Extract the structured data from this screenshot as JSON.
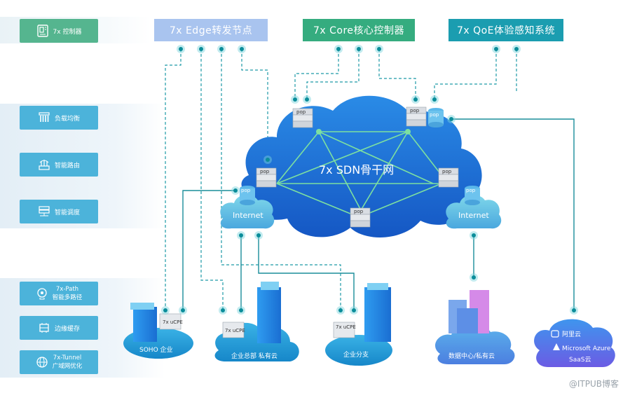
{
  "left_panel": {
    "controller": {
      "label": "7x 控制器",
      "icon": "controller-icon",
      "color": "#55b58f"
    },
    "items": [
      {
        "label": "负载均衡",
        "icon": "load-balance-icon"
      },
      {
        "label": "智能路由",
        "icon": "smart-routing-icon"
      },
      {
        "label": "智能调度",
        "icon": "smart-scheduling-icon"
      }
    ],
    "features": [
      {
        "line1": "7x-Path",
        "line2": "智能多路径",
        "icon": "multipath-icon"
      },
      {
        "line1": "边缘缓存",
        "line2": "",
        "icon": "edge-cache-icon"
      },
      {
        "line1": "7x-Tunnel",
        "line2": "广域网优化",
        "icon": "globe-icon"
      }
    ],
    "item_color": "#4cb3da"
  },
  "top_boxes": [
    {
      "label": "7x  Edge转发节点",
      "color": "#a9c4ef"
    },
    {
      "label": "7x  Core核心控制器",
      "color": "#35ac7f"
    },
    {
      "label": "7x  QoE体验感知系统",
      "color": "#1b9db0"
    }
  ],
  "cloud": {
    "title": "7x SDN骨干网"
  },
  "pop_label": "pop",
  "internet_label": "Internet",
  "ucpe_label": "7x uCPE",
  "sites": {
    "soho": "SOHO  企业",
    "hq": "企业总部 私有云",
    "branch": "企业分支",
    "dc": "数据中心/私有云",
    "public_cloud": [
      "阿里云",
      "Microsoft Azure",
      "SaaS云"
    ]
  },
  "watermark": "@ITPUB博客",
  "colors": {
    "dashed": "#1d9aa6",
    "link": "#1a8d9a",
    "cloud": "#1f74d8",
    "mesh": "#7de0a0"
  }
}
